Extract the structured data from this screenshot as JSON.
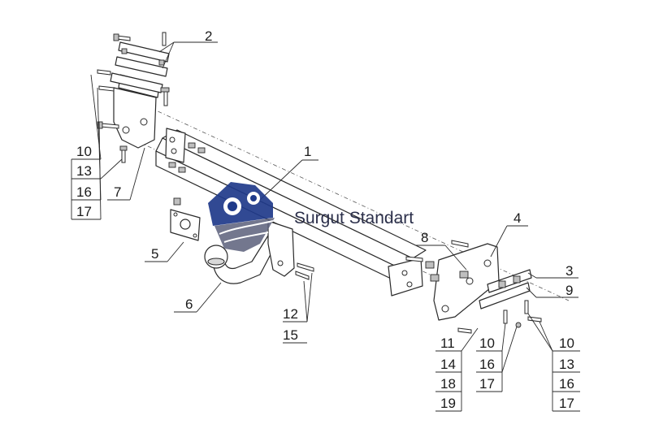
{
  "brand": {
    "name": "Surgut Standart"
  },
  "callouts": {
    "c1": "1",
    "c2": "2",
    "c3": "3",
    "c4": "4",
    "c5": "5",
    "c6": "6",
    "c7": "7",
    "c8": "8",
    "c9": "9",
    "left_stack": [
      "10",
      "13",
      "16",
      "17"
    ],
    "mid_stack": [
      "12",
      "15"
    ],
    "r1_stack": [
      "11",
      "14",
      "18",
      "19"
    ],
    "r2_stack": [
      "10",
      "16",
      "17"
    ],
    "r3_stack": [
      "10",
      "13",
      "16",
      "17"
    ]
  },
  "colors": {
    "logo_blue": "#1f3a8a",
    "line": "#2a2a2a"
  },
  "icons": [
    "gear-logo-icon"
  ]
}
